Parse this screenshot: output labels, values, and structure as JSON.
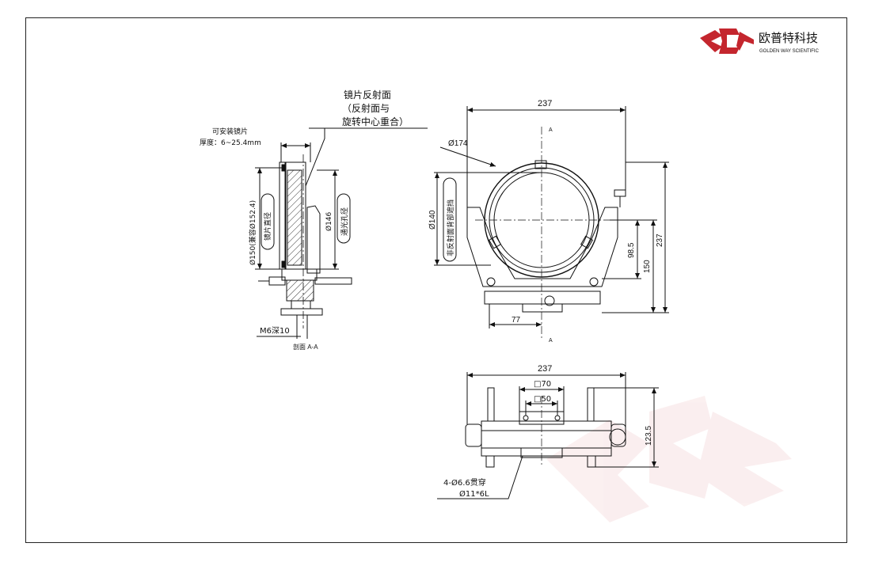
{
  "brand": {
    "name": "欧普特科技",
    "tagline": "GOLDEN WAY SCIENTIFIC",
    "color": "#c4262e"
  },
  "side_view": {
    "mirror_surface_note": [
      "镜片反射面",
      "（反射面与",
      "旋转中心重合）"
    ],
    "mountable_mirror": "可安装镜片",
    "thickness": "厚度：6~25.4mm",
    "mirror_diameter_dim": "Ø150(兼容Ø152.4)",
    "mirror_diameter_label": "镜片直径",
    "clear_aperture_dim": "Ø146",
    "clear_aperture_label": "通光孔径",
    "thread_note": "M6深10",
    "section_label": "剖面 A-A"
  },
  "front_view": {
    "width_dim": "237",
    "outer_diameter": "Ø174",
    "back_block_dim": "Ø140",
    "back_block_label": "非反射面背部遮挡",
    "dim_98_5": "98.5",
    "dim_150": "150",
    "height_dim": "237",
    "offset_dim": "77",
    "section_mark_top": "A",
    "section_mark_bottom": "A"
  },
  "bottom_view": {
    "width_dim": "237",
    "square_70": "□70",
    "square_50": "□50",
    "height_dim": "123.5",
    "holes_note": "4-Ø6.6贯穿",
    "counterbore_note": "Ø11*6L"
  }
}
